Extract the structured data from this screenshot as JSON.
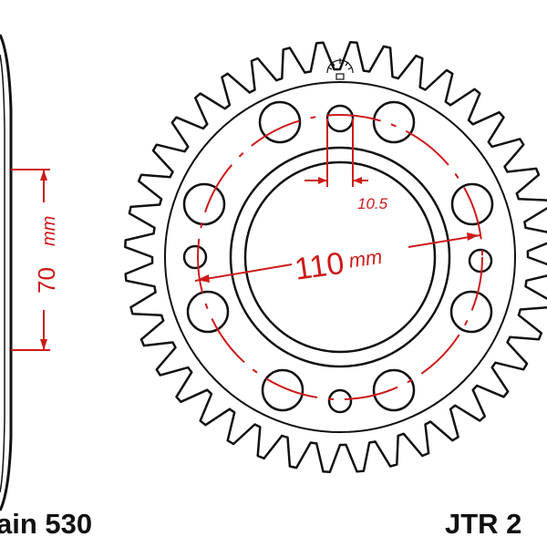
{
  "colors": {
    "outline": "#111111",
    "dimension": "#cc1a1a",
    "background": "#ffffff"
  },
  "icons": {
    "brand_logo": "jt-sprocket-logo-icon"
  },
  "labels": {
    "side_dimension_value": "70",
    "side_dimension_unit": "mm",
    "bolt_circle_value": "110",
    "bolt_circle_unit": "mm",
    "bolt_hole_value": "10.5",
    "chain_caption": "ain 530",
    "part_number_caption": "JTR 2"
  }
}
